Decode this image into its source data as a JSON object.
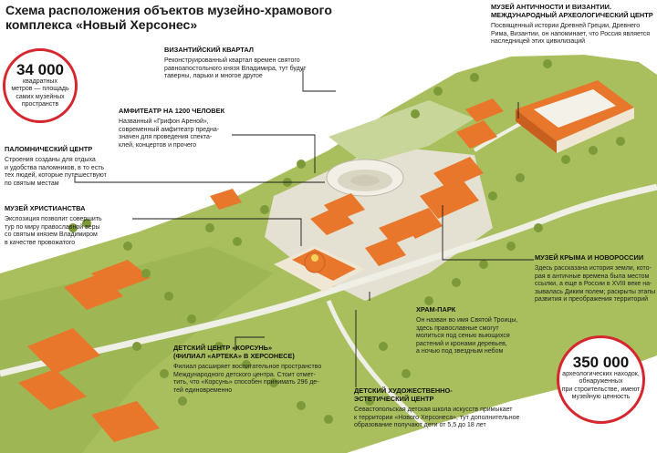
{
  "title_line1": "Схема расположения объектов музейно-храмового",
  "title_line2": "комплекса «Новый Херсонес»",
  "stats": [
    {
      "value": "34 000",
      "caption_pre": "квадратных",
      "caption_l2": "метров — площадь",
      "caption_l3": "самих музейных",
      "caption_l4": "пространств"
    },
    {
      "value": "350 000",
      "caption_l1": "археологических находок,",
      "caption_l2": "обнаруженных",
      "caption_l3": "при строительстве, имеют",
      "caption_l4": "музейную ценность"
    }
  ],
  "labels": {
    "byzantine": {
      "heading": "Византийский квартал",
      "l1": "Реконструированный квартал времен святого",
      "l2": "равноапостольного князя Владимира, тут будут",
      "l3": "таверны, ларьки и многое другое"
    },
    "amphitheatre": {
      "heading": "Амфитеатр на 1200 человек",
      "l1": "Названный «Грифон Ареной»,",
      "l2": "современный амфитеатр предна-",
      "l3": "значен для проведения спекта-",
      "l4": "клей, концертов и прочего"
    },
    "pilgrim": {
      "heading": "Паломнический центр",
      "l1": "Строения созданы для отдыха",
      "l2": "и удобства паломников, в то есть",
      "l3": "тех людей, которые путешествуют",
      "l4": "по святым местам"
    },
    "christianity": {
      "heading": "Музей христианства",
      "l1": "Экспозиция позволит совершить",
      "l2": "тур по миру православной веры",
      "l3": "со святым князем Владимиром",
      "l4": "в качестве провожатого"
    },
    "antiquity": {
      "heading_l1": "Музей античности и Византии.",
      "heading_l2": "Международный археологический центр",
      "l1": "Посвященный истории Древней Греции, Древнего",
      "l2": "Рима, Византии, он напоминает, что Россия является",
      "l3": "наследницей этих цивилизаций"
    },
    "crimea": {
      "heading": "Музей Крыма и Новороссии",
      "l1": "Здесь рассказана история земли, кото-",
      "l2": "рая в античные времена была местом",
      "l3": "ссылки, а еще в России в XVIII веке на-",
      "l4": "зывалась Диким полем; раскрыты этапы",
      "l5": "развития и преображения территорий"
    },
    "temple_park": {
      "heading": "Храм-парк",
      "l1": "Он назван во имя Святой Троицы,",
      "l2": "здесь православные смогут",
      "l3": "молиться под сенью выющихся",
      "l4": "растений и кронами деревьев,",
      "l5": "а ночью под звездным небом"
    },
    "korsun": {
      "heading_l1": "Детский центр «Корсунь»",
      "heading_l2": "(филиал «Артека» в Херсонесе)",
      "l1": "Филиал расширяет воспитательное пространство",
      "l2": "Международного детского центра. Стоит отмет-",
      "l3": "тить, что «Корсунь» способен принимать 296 де-",
      "l4": "тей единовременно"
    },
    "art_school": {
      "heading_l1": "Детский художественно-",
      "heading_l2": "эстетический центр",
      "l1": "Севастопольская детская школа искусств примыкает",
      "l2": "к территории «Нового Херсонеса», тут дополнительное",
      "l3": "образование получают дети от 5,5 до 18 лет"
    }
  },
  "colors": {
    "accent": "#d6272e",
    "grass": "#a6be5a",
    "roof": "#e9772b",
    "plaza": "#e7e4d8",
    "tree": "#7c9a3a"
  }
}
